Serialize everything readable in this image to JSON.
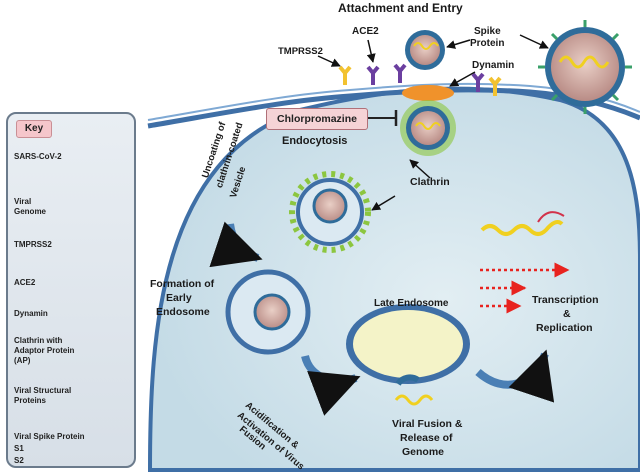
{
  "title": "Attachment and Entry",
  "labels": {
    "ace2": "ACE2",
    "tmprss2": "TMPRSS2",
    "spike_protein_line1": "Spike",
    "spike_protein_line2": "Protein",
    "dynamin": "Dynamin",
    "chlorpromazine": "Chlorpromazine",
    "endocytosis": "Endocytosis",
    "clathrin": "Clathrin",
    "uncoating_line1": "Uncoating of",
    "uncoating_line2": "clathrin-coated",
    "uncoating_line3": "Vesicle",
    "early_endosome_line1": "Formation of",
    "early_endosome_line2": "Early",
    "early_endosome_line3": "Endosome",
    "late_endosome": "Late Endosome",
    "acidification_line1": "Acidification &",
    "acidification_line2": "Activation of Virus",
    "acidification_line3": "Fusion",
    "fusion_line1": "Viral Fusion &",
    "fusion_line2": "Release of",
    "fusion_line3": "Genome",
    "transcription_line1": "Transcription",
    "transcription_line2": "&",
    "transcription_line3": "Replication"
  },
  "key": {
    "title": "Key",
    "items": [
      {
        "label_lines": [
          "SARS-CoV-2"
        ]
      },
      {
        "label_lines": [
          "Viral",
          "Genome"
        ]
      },
      {
        "label_lines": [
          "TMPRSS2"
        ]
      },
      {
        "label_lines": [
          "ACE2"
        ]
      },
      {
        "label_lines": [
          "Dynamin"
        ]
      },
      {
        "label_lines": [
          "Clathrin with",
          "Adaptor Protein",
          "(AP)"
        ]
      },
      {
        "label_lines": [
          "Viral Structural",
          "Proteins"
        ]
      },
      {
        "label_lines": [
          "Viral Spike Protein",
          "S1",
          "S2"
        ]
      }
    ]
  },
  "colors": {
    "cell_fill": "#cfe3ec",
    "membrane": "#3f6fa6",
    "virus_core": "#c9a6a0",
    "spike": "#3aa06a",
    "ace2": "#6b3fa0",
    "tmprss2": "#f2c230",
    "dynamin": "#f0922b",
    "clathrin": "#8cc63f",
    "ap_dot": "#d2324a",
    "genome": "#f0d020",
    "late_endosome_fill": "#f4f3c8",
    "arrow_blue": "#4a7fb5",
    "dotted_red": "#e8231f"
  }
}
